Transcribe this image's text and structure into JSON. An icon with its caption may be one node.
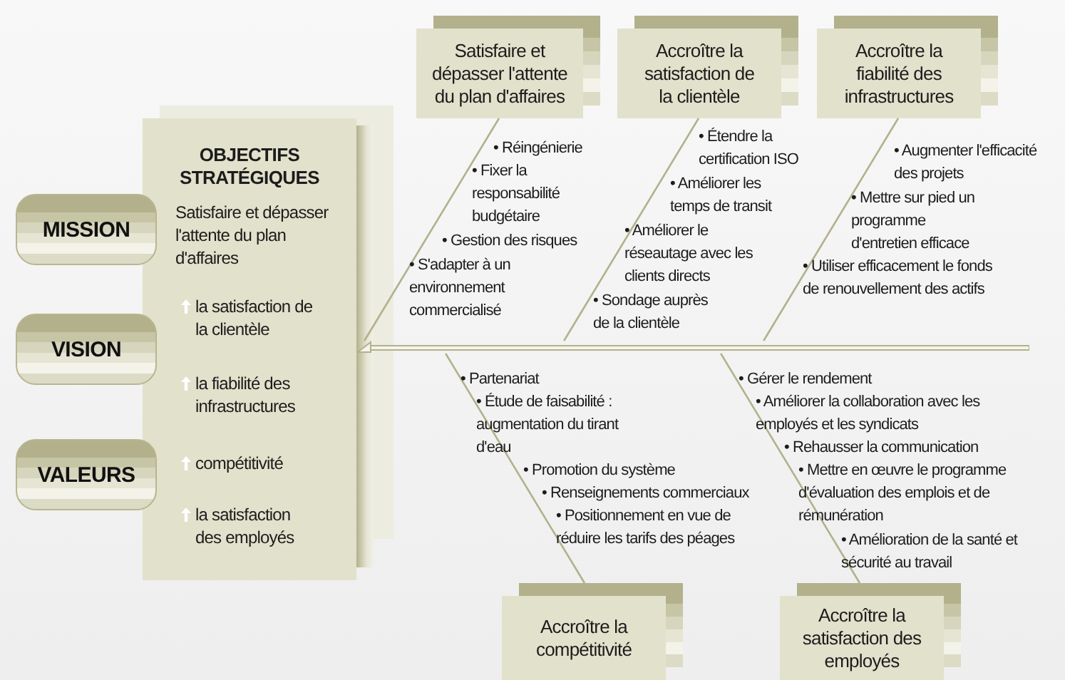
{
  "diagram": {
    "nodes": [
      {
        "text": [
          "MISSION"
        ]
      },
      {
        "text": [
          "VISION"
        ]
      },
      {
        "text": [
          "VALEURS"
        ]
      },
      {
        "text": [
          "OBJECTIFS STRATÉGIQUES",
          "Satisfaire et dépasser l'attente du plan d'affaires",
          "la satisfaction de la clientèle",
          "la fiabilité des infrastructures",
          "compétitivité",
          "la satisfaction des employés"
        ]
      },
      {
        "text": [
          "Satisfaire et dépasser l'attente du plan d'affaires"
        ]
      },
      {
        "text": [
          "Accroître la satisfaction de la clientèle"
        ]
      },
      {
        "text": [
          "Accroître la fiabilité des infrastructures"
        ]
      },
      {
        "text": [],
        "shape": "bar"
      },
      {
        "text": [
          "Accroître la compétitivité"
        ]
      },
      {
        "text": [
          "Accroître la satisfaction des employés"
        ]
      }
    ],
    "edges": [
      {
        "from": 4,
        "to": 7,
        "arrow": "none"
      },
      {
        "from": 5,
        "to": 7,
        "arrow": "none"
      },
      {
        "from": 6,
        "to": 7,
        "arrow": "none"
      },
      {
        "from": 8,
        "to": 7,
        "arrow": "none"
      },
      {
        "from": 9,
        "to": 7,
        "arrow": "none"
      }
    ],
    "labels": [
      "• Réingénierie",
      "• Fixer la responsabilité budgétaire",
      "• Gestion des risques",
      "• S'adapter à un environnement commercialisé",
      "• Étendre la certification ISO",
      "• Améliorer les temps de transit",
      "• Améliorer le réseautage avec les clients directs",
      "• Sondage auprès de la clientèle",
      "• Augmenter l'efficacité des projets",
      "• Mettre sur pied un programme d'entretien efficace",
      "• Utiliser efficacement le fonds de renouvellement des actifs",
      "• Partenariat",
      "• Étude de faisabilité : augmentation du tirant d'eau",
      "• Promotion du système",
      "• Renseignements commerciaux",
      "• Positionnement en vue de réduire les tarifs des péages",
      "• Gérer le rendement",
      "• Améliorer la collaboration avec les employés et les syndicats",
      "• Rehausser la communication",
      "• Mettre en œuvre le programme d'évaluation des emplois et de rémunération",
      "• Amélioration de la santé et sécurité au travail"
    ]
  }
}
